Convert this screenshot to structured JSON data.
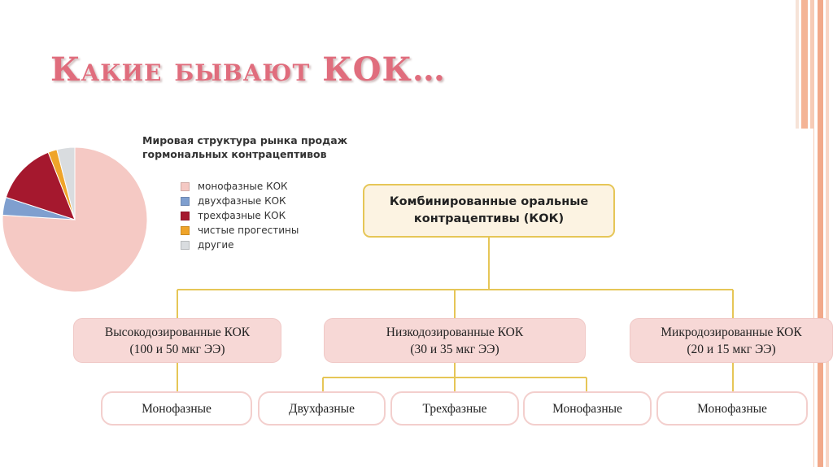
{
  "title": "Какие бывают КОК…",
  "colors": {
    "accent": "#e06d7d",
    "connector": "#e6c657",
    "mid_fill": "#f7d8d6",
    "leaf_border": "#f3cfcd",
    "root_fill": "#fcf3e2"
  },
  "chart_data": {
    "type": "pie",
    "title": "Мировая структура рынка продаж гормональных контрацептивов",
    "categories": [
      "монофазные КОК",
      "двухфазные КОК",
      "трехфазные КОК",
      "чистые прогестины",
      "другие"
    ],
    "values": [
      76,
      4,
      14,
      2,
      4
    ],
    "unit": "%",
    "legend": "right",
    "colors": [
      "#f5c9c4",
      "#7f9fcf",
      "#a5182e",
      "#efa42a",
      "#d9dcdf"
    ]
  },
  "diagram": {
    "root": {
      "line1": "Комбинированные оральные",
      "line2": "контрацептивы (КОК)"
    },
    "mid": [
      {
        "line1": "Высокодозированные КОК",
        "line2": "(100 и 50 мкг ЭЭ)"
      },
      {
        "line1": "Низкодозированные КОК",
        "line2": "(30 и 35 мкг ЭЭ)"
      },
      {
        "line1": "Микродозированные КОК",
        "line2": "(20 и 15 мкг ЭЭ)"
      }
    ],
    "leaves": [
      {
        "label": "Монофазные"
      },
      {
        "label": "Двухфазные"
      },
      {
        "label": "Трехфазные"
      },
      {
        "label": "Монофазные"
      },
      {
        "label": "Монофазные"
      }
    ]
  }
}
